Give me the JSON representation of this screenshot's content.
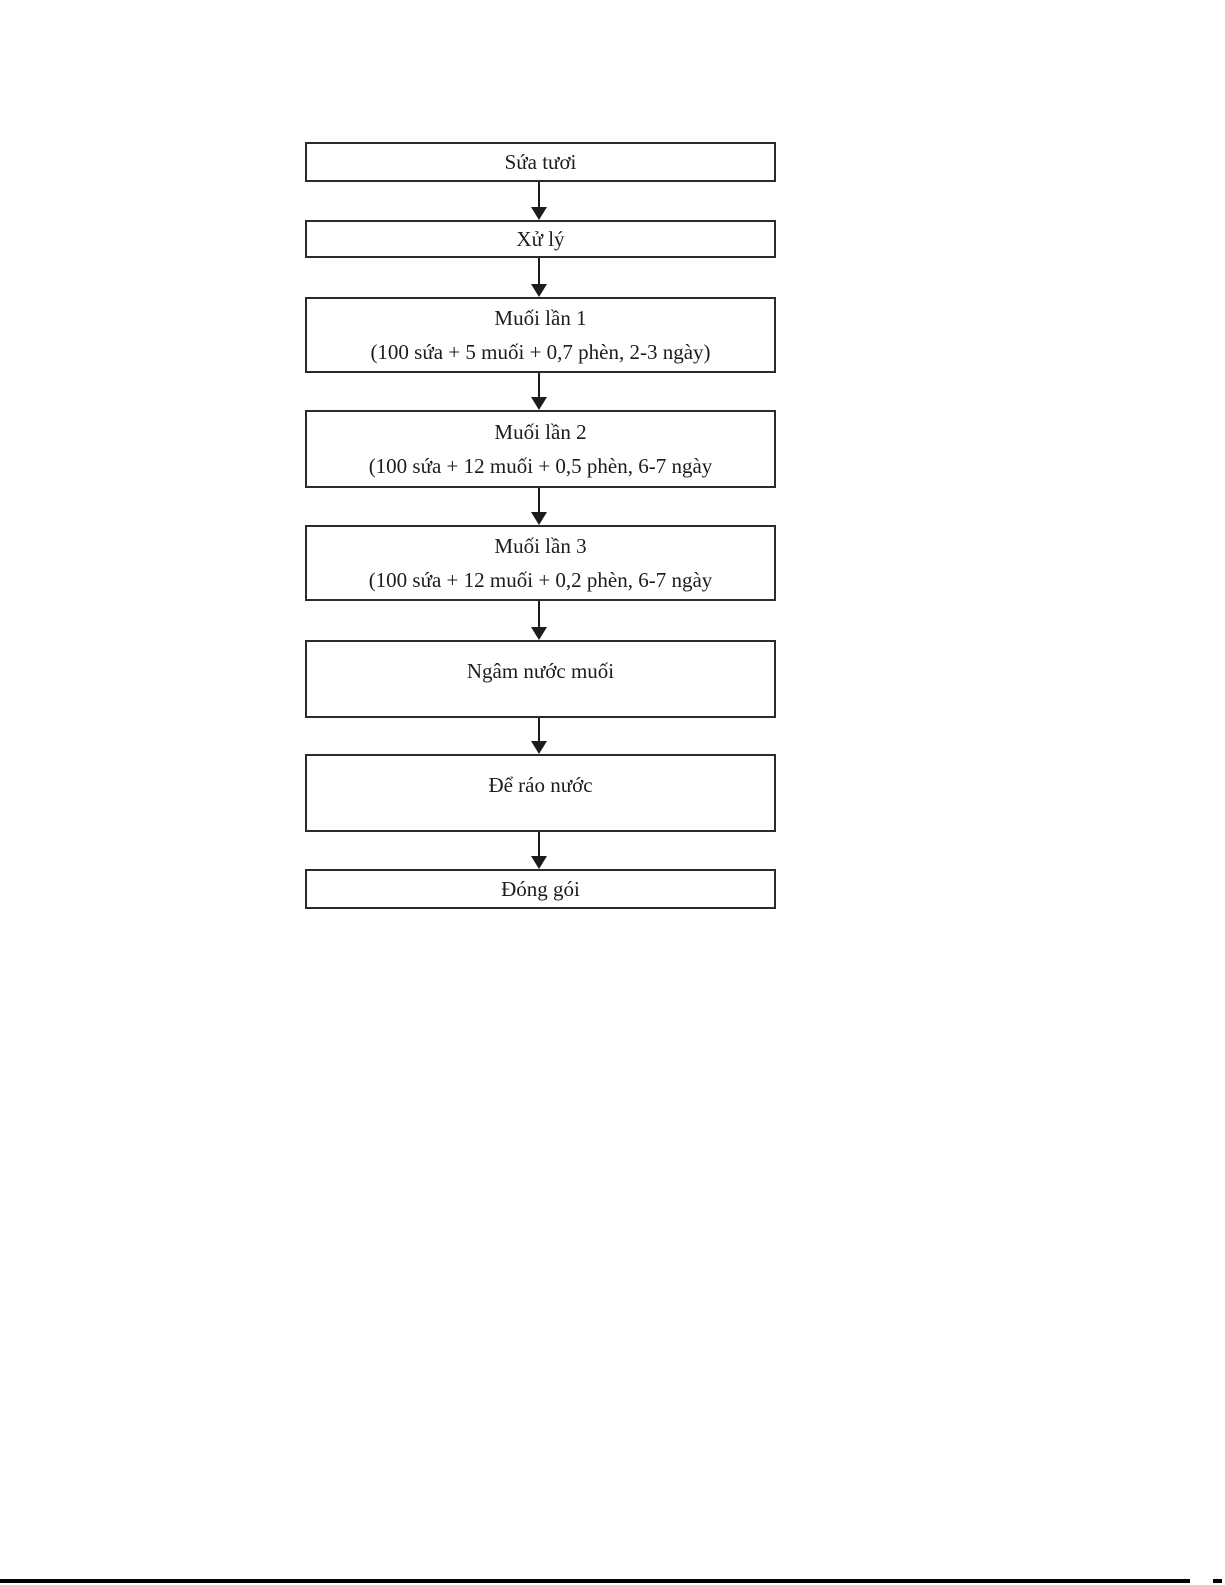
{
  "page": {
    "background_color": "#ffffff",
    "border_color": "#2b2b2b",
    "text_color": "#1c1c1c"
  },
  "flowchart": {
    "direction": "top-to-bottom",
    "connector": "arrow-down",
    "nodes": [
      {
        "title": "Sứa tươi"
      },
      {
        "title": "Xử lý"
      },
      {
        "title": "Muối lần 1",
        "subtitle": "(100 sứa + 5 muối + 0,7 phèn, 2-3 ngày)"
      },
      {
        "title": "Muối lần 2",
        "subtitle": "(100 sứa + 12 muối + 0,5 phèn, 6-7 ngày"
      },
      {
        "title": "Muối lần 3",
        "subtitle": "(100 sứa + 12 muối + 0,2 phèn, 6-7 ngày"
      },
      {
        "title": "Ngâm nước muối"
      },
      {
        "title": "Để ráo nước"
      },
      {
        "title": "Đóng gói"
      }
    ]
  }
}
